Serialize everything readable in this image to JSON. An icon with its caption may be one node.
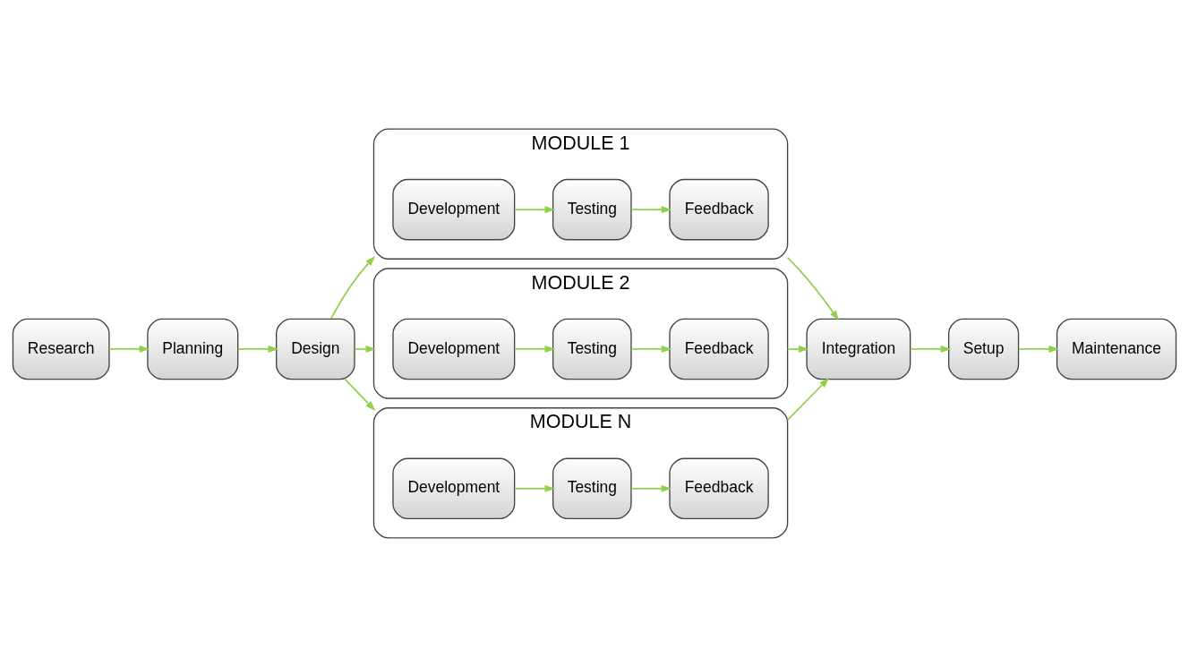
{
  "diagram": {
    "nodes": [
      {
        "text": [
          "Research"
        ]
      },
      {
        "text": [
          "Planning"
        ]
      },
      {
        "text": [
          "Design"
        ]
      },
      {
        "text": [
          "MODULE 1"
        ]
      },
      {
        "text": [
          "Development"
        ],
        "in": 3
      },
      {
        "text": [
          "Testing"
        ],
        "in": 3
      },
      {
        "text": [
          "Feedback"
        ],
        "in": 3
      },
      {
        "text": [
          "MODULE 2"
        ]
      },
      {
        "text": [
          "Development"
        ],
        "in": 7
      },
      {
        "text": [
          "Testing"
        ],
        "in": 7
      },
      {
        "text": [
          "Feedback"
        ],
        "in": 7
      },
      {
        "text": [
          "MODULE N"
        ]
      },
      {
        "text": [
          "Development"
        ],
        "in": 11
      },
      {
        "text": [
          "Testing"
        ],
        "in": 11
      },
      {
        "text": [
          "Feedback"
        ],
        "in": 11
      },
      {
        "text": [
          "Integration"
        ]
      },
      {
        "text": [
          "Setup"
        ]
      },
      {
        "text": [
          "Maintenance"
        ]
      }
    ],
    "edges": [
      {
        "from": 0,
        "to": 1,
        "arrow": "to"
      },
      {
        "from": 1,
        "to": 2,
        "arrow": "to"
      },
      {
        "from": 2,
        "to": 3,
        "arrow": "to"
      },
      {
        "from": 2,
        "to": 7,
        "arrow": "to"
      },
      {
        "from": 2,
        "to": 11,
        "arrow": "to"
      },
      {
        "from": 4,
        "to": 5,
        "arrow": "to"
      },
      {
        "from": 5,
        "to": 6,
        "arrow": "to"
      },
      {
        "from": 8,
        "to": 9,
        "arrow": "to"
      },
      {
        "from": 9,
        "to": 10,
        "arrow": "to"
      },
      {
        "from": 12,
        "to": 13,
        "arrow": "to"
      },
      {
        "from": 13,
        "to": 14,
        "arrow": "to"
      },
      {
        "from": 3,
        "to": 15,
        "arrow": "to"
      },
      {
        "from": 7,
        "to": 15,
        "arrow": "to"
      },
      {
        "from": 11,
        "to": 15,
        "arrow": "to"
      },
      {
        "from": 15,
        "to": 16,
        "arrow": "to"
      },
      {
        "from": 16,
        "to": 17,
        "arrow": "to"
      }
    ]
  }
}
